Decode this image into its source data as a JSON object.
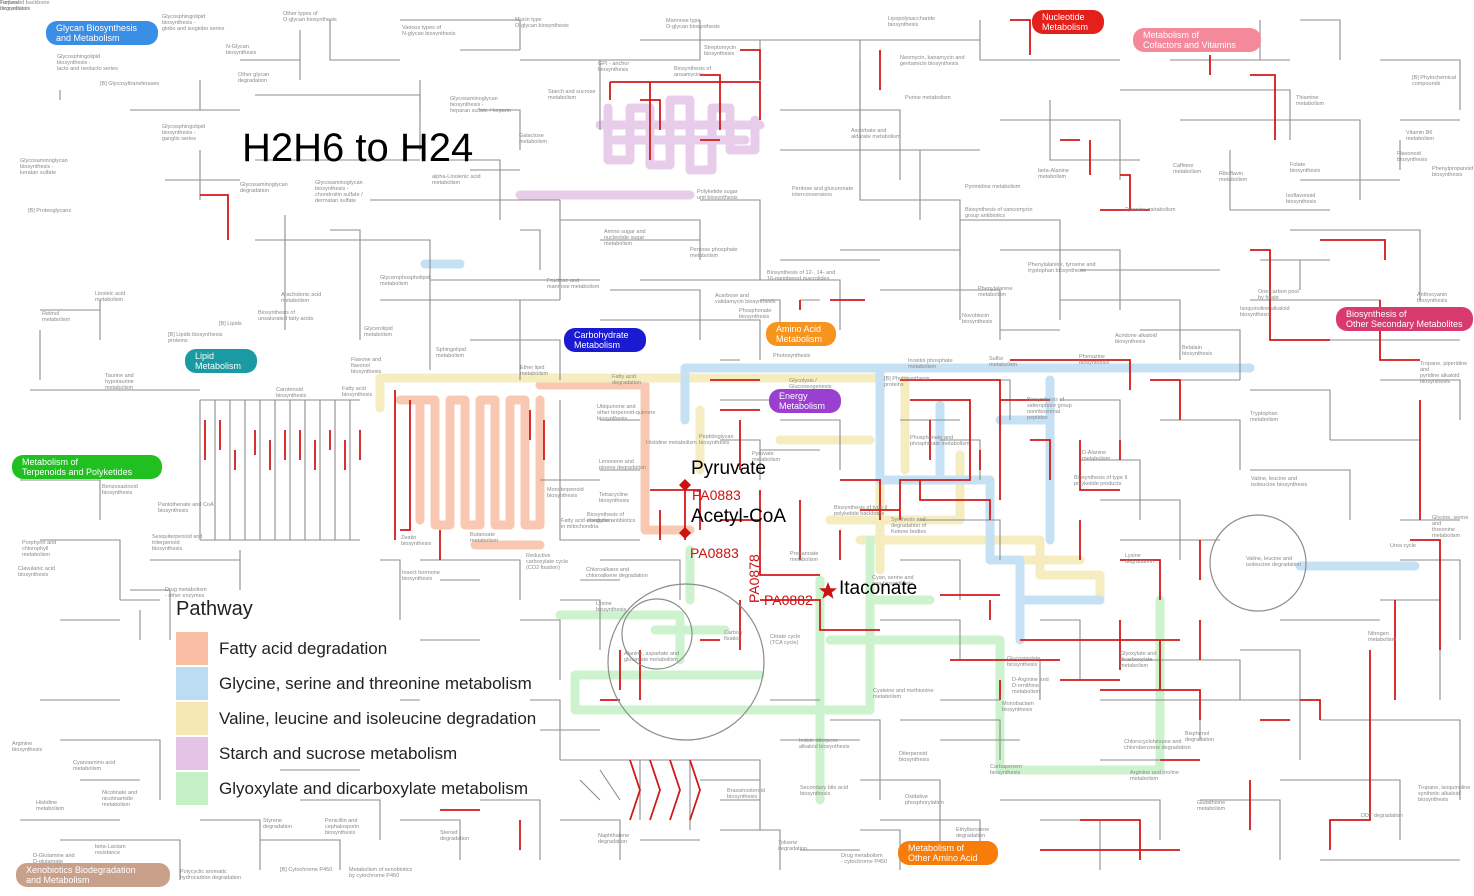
{
  "title": "H2H6 to H24",
  "metabolites": {
    "pyruvate": "Pyruvate",
    "acetyl_coa": "Acetyl-CoA",
    "itaconate": "Itaconate"
  },
  "enzymes": {
    "pa0883_a": "PA0883",
    "pa0883_b": "PA0883",
    "pa0878": "PA0878",
    "pa0882": "PA0882"
  },
  "legend": {
    "title": "Pathway",
    "items": [
      {
        "label": "Fatty acid degradation",
        "color": "#f9bfa5"
      },
      {
        "label": "Glycine, serine and threonine metabolism",
        "color": "#bcdcf2"
      },
      {
        "label": "Valine, leucine and isoleucine degradation",
        "color": "#f4e9b5"
      },
      {
        "label": "Starch and sucrose metabolism",
        "color": "#e4c4e6"
      },
      {
        "label": "Glyoxylate and dicarboxylate metabolism",
        "color": "#c5f0c6"
      }
    ]
  },
  "categories": [
    {
      "label": "Glycan Biosynthesis\nand Metabolism",
      "color": "#3a8ee6"
    },
    {
      "label": "Nucleotide\nMetabolism",
      "color": "#e3201b"
    },
    {
      "label": "Metabolism of\nCofactors and Vitamins",
      "color": "#f4899c"
    },
    {
      "label": "Carbohydrate\nMetabolism",
      "color": "#1a1ad0"
    },
    {
      "label": "Lipid\nMetabolism",
      "color": "#1a9aa2"
    },
    {
      "label": "Amino Acid\nMetabolism",
      "color": "#f7941d"
    },
    {
      "label": "Energy\nMetabolism",
      "color": "#9b3fd0"
    },
    {
      "label": "Metabolism of\nTerpenoids and Polyketides",
      "color": "#20c020"
    },
    {
      "label": "Biosynthesis of\nOther Secondary Metabolites",
      "color": "#d93a6e"
    },
    {
      "label": "Metabolism of\nOther Amino Acid",
      "color": "#f77c0a"
    },
    {
      "label": "Xenobiotics Biodegradation\nand Metabolism",
      "color": "#c9a08a"
    }
  ],
  "pathway_labels": [
    "Glycosphingolipid\nbiosynthesis -\nglobo and isoglobo series",
    "Other types of\nO-glycan biosynthesis",
    "Various types of\nN-glycan biosynthesis",
    "Mucin type\nO-glycan biosynthesis",
    "Mannose type\nO-glycan biosynthesis",
    "Lipopolysaccharide\nbiosynthesis",
    "N-Glycan\nbiosynthesis",
    "Glycosphingolipid\nbiosynthesis -\nlacto and neolacto series",
    "[B] Glycosyltransferases",
    "Other glycan\ndegradation",
    "Glycosaminoglycan\nbiosynthesis -\nheparan sulfate / heparin",
    "Starch and sucrose\nmetabolism",
    "GPI - anchor\nbiosynthesis",
    "Streptomycin\nbiosynthesis",
    "Biosynthesis of\nansamycins",
    "Neomycin, kanamycin and\ngentamicin biosynthesis",
    "Purine metabolism",
    "Thiamine\nmetabolism",
    "[B] Phytochemical\ncompounds",
    "Glycosphingolipid\nbiosynthesis -\nganglio series",
    "Galactose\nmetabolism",
    "Ascorbate and\naldarate metabolism",
    "Vitamin B6\nmetabolism",
    "Flavonoid\nbiosynthesis",
    "Glycosaminoglycan\nbiosynthesis -\nkeratan sulfate",
    "Glycosaminoglycan\ndegradation",
    "Glycosaminoglycan\nbiosynthesis -\nchondroitin sulfate /\ndermatan sulfate",
    "alpha-Linolenic acid\nmetabolism",
    "Polyketide sugar\nunit biosynthesis",
    "Pentose and glucuronate\ninterconversions",
    "beta-Alanine\nmetabolism",
    "Caffeine\nmetabolism",
    "Riboflavin\nmetabolism",
    "Folate\nbiosynthesis",
    "Phenylpropanoid\nbiosynthesis",
    "[B] Proteoglycans",
    "Pyrimidine metabolism",
    "Isoflavonoid\nbiosynthesis",
    "Biosynthesis of vancomycin\ngroup antibiotics",
    "Tyrosine metabolism",
    "Amino sugar and\nnucleotide sugar\nmetabolism",
    "Pentose phosphate\nmetabolism",
    "Phenylalanine, tyrosine and\ntryptophan biosynthesis",
    "Glycerophospholipid\nmetabolism",
    "Fructose and\nmannose metabolism",
    "Biosynthesis of 12-, 14- and\n16-membered macrolides",
    "One carbon pool\nby folate",
    "Anthocyanin\nbiosynthesis",
    "Linoleic acid\nmetabolism",
    "Arachidonic acid\nmetabolism",
    "Acarbose and\nvalidamycin biosynthesis",
    "Phenylalanine\nmetabolism",
    "Isoquinoline alkaloid\nbiosynthesis",
    "Retinol\nmetabolism",
    "Biosynthesis of\nunsaturated fatty acids",
    "[B] Lipids",
    "Phosphonate\nbiosynthesis",
    "Novobiocin\nbiosynthesis",
    "[B] Lipids biosynthesis\nproteins",
    "Glycerolipid\nmetabolism",
    "Photosynthesis",
    "Acridone alkaloid\nbiosynthesis",
    "Betalain\nbiosynthesis",
    "Tropane, piperidine and\npyridine alkaloid biosynthesis",
    "Flavone and\nflavonol\nbiosynthesis",
    "Sphingolipid\nmetabolism",
    "Ether lipid\nmetabolism",
    "Inositol phosphate\nmetabolism",
    "Sulfur\nmetabolism",
    "Phenazine\nbiosynthesis",
    "Taurine and\nhypotaurine\nmetabolism",
    "Carotenoid\nbiosynthesis",
    "Fatty acid\nbiosynthesis",
    "Fatty acid\ndegradation",
    "Glycolysis /\nGluconeogenesis",
    "[B] Photosynthesis\nproteins",
    "Biosynthesis of\nsiderophore group\nnonribosomal\npeptides",
    "Tryptophan\nmetabolism",
    "Ubiquinone and\nother terpenoid-quinone\nbiosynthesis",
    "Peptidoglycan\nbiosynthesis",
    "Phosphonate and\nphosphinate metabolism",
    "Histidine metabolism",
    "Pyruvate\nmetabolism",
    "D-Alanine\nmetabolism",
    "Benzoxazinoid\nbiosynthesis",
    "Limonene and\npinene degradation",
    "Biosynthesis of type II\npolyketide products",
    "Valine, leucine and\nisoleucine biosynthesis",
    "Pantothenate and CoA\nbiosynthesis",
    "Monoterpenoid\nbiosynthesis",
    "Tetracycline\nbiosynthesis",
    "Biosynthesis of type II\npolyketide backbone",
    "Synthesis and\ndegradation of\nKetone bodies",
    "Glycine, serine and\nthreonine metabolism",
    "Porphyrin and\nchlorophyll\nmetabolism",
    "Sesquiterpenoid and\ntriterpenoid\nbiosynthesis",
    "Zeatin\nbiosynthesis",
    "Butanoate\nmetabolism",
    "Fatty acid elongation\nin mitochondria",
    "Biosynthesis of\nenediyne antibiotics",
    "Propanoate\nmetabolism",
    "Lysine\ndegradation",
    "Valine, leucine and\nisoleucine degradation",
    "Urea cycle",
    "Clavulanic acid\nbiosynthesis",
    "Insect hormone\nbiosynthesis",
    "Chloroalkane and\nchloroalkene degradation",
    "Reductive\ncarboxylate cycle\n(CO2 fixation)",
    "Cyan, serine and\naaa biosynthesis",
    "Lysine\nbiosynthesis",
    "Carbon\nfixation",
    "Citrate cycle\n(TCA cycle)",
    "Alanine, aspartate and\nglutamate metabolism",
    "Glyoxylate and\ndicarboxylate\nmetabolism",
    "Nitrogen\nmetabolism",
    "Glucosinolate\nbiosynthesis",
    "D-Arginine and\nD-ornithine\nmetabolism",
    "Monobactam\nbiosynthesis",
    "Cysteine and methionine\nmetabolism",
    "Arginine\nbiosynthesis",
    "Cyanoamino acid\nmetabolism",
    "Indole diterpene\nalkaloid biosynthesis",
    "Diterpenoid\nbiosynthesis",
    "Chlorocyclohexane and\nchlorobenzene degradation",
    "Bisphenol\ndegradation",
    "Carbapenem\nbiosynthesis",
    "Arginine and proline\nmetabolism",
    "Glutathione\nmetabolism",
    "Tropane, isoquinoline\nsynthetic alkaloid biosynthesis",
    "Histidine\nmetabolism",
    "Nicotinate and\nnicotinamide\nmetabolism",
    "Brassinosteroid\nbiosynthesis",
    "Secondary bile acid\nbiosynthesis",
    "Oxidative\nphosphorylation",
    "Styrene\ndegradation",
    "Penicillin and\ncephalosporin\nbiosynthesis",
    "Steroid\ndegradation",
    "Naphthalene\ndegradation",
    "Toluene\ndegradation",
    "Ethylbenzene\ndegradation",
    "DDT degradation",
    "beta-Lactam\nresistance",
    "D-Glutamine and\nD-glutamate\nmetabolism",
    "Polycyclic aromatic\nhydrocarbon degradation",
    "[B] Cytochrome P450",
    "Metabolism of xenobiotics\nby cytochrome P450",
    "Drug metabolism\n- cytochrome P450",
    "Drug metabolism\n- other enzymes",
    "Furfural\ndegradation",
    "Terpenoid backbone\nbiosynthesis"
  ]
}
